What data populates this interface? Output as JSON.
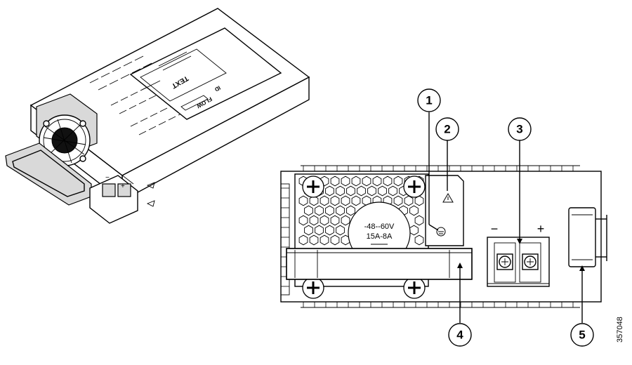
{
  "callouts": [
    {
      "number": "1"
    },
    {
      "number": "2"
    },
    {
      "number": "3"
    },
    {
      "number": "4"
    },
    {
      "number": "5"
    }
  ],
  "rating": {
    "voltage": "-48--60V",
    "current": "15A-8A"
  },
  "terminal": {
    "negative_symbol": "−",
    "positive_symbol": "+"
  },
  "module_label": {
    "text": "TEXT",
    "id": "ID",
    "flow": "FLOW"
  },
  "figure_id": "357048",
  "icons": [
    "warning-triangle-icon",
    "ground-symbol-icon",
    "fan-grille-icon",
    "screw-icon"
  ]
}
